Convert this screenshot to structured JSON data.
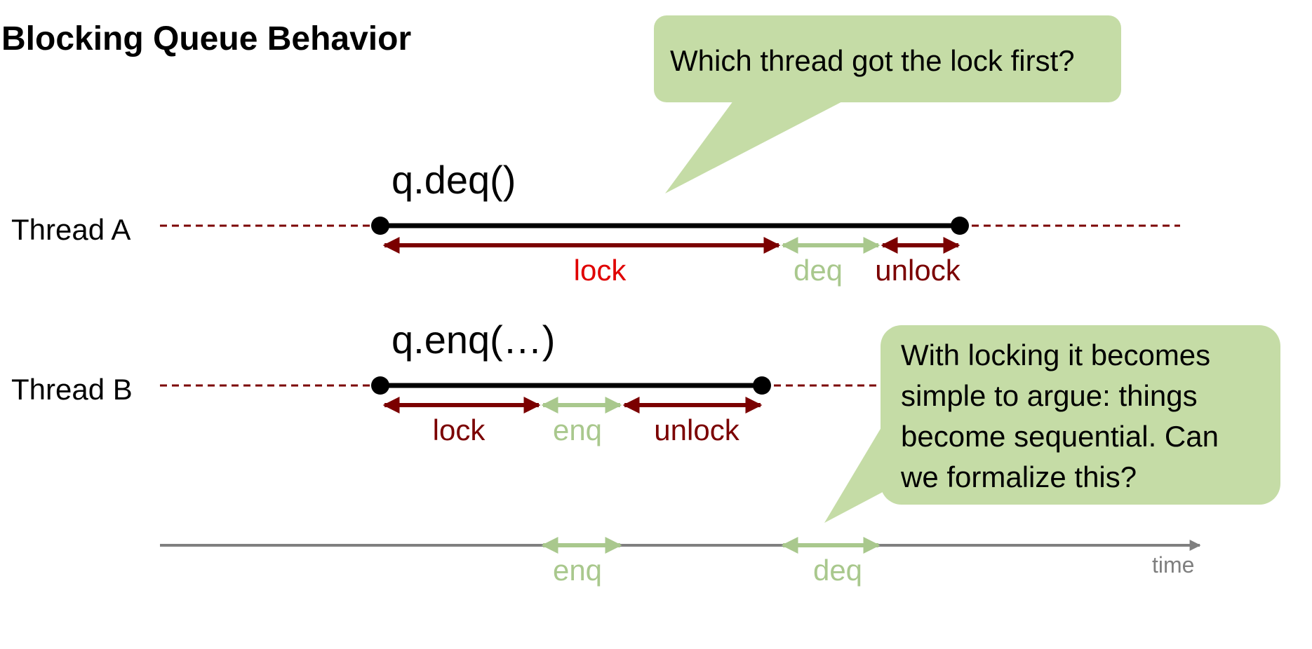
{
  "title": "Blocking Queue Behavior",
  "colors": {
    "dark_red": "#7b0000",
    "bright_red": "#e00000",
    "light_green": "#a9c88d",
    "bubble_fill": "#c5dca6",
    "timeline_gray": "#7f7f7f",
    "black": "#000000"
  },
  "threads": [
    {
      "label": "Thread A",
      "call": "q.deq()",
      "segments": [
        {
          "label": "lock",
          "color": "bright_red",
          "arrow": "dark_red"
        },
        {
          "label": "deq",
          "color": "light_green",
          "arrow": "light_green"
        },
        {
          "label": "unlock",
          "color": "dark_red",
          "arrow": "dark_red"
        }
      ]
    },
    {
      "label": "Thread B",
      "call": "q.enq(…)",
      "segments": [
        {
          "label": "lock",
          "color": "dark_red",
          "arrow": "dark_red"
        },
        {
          "label": "enq",
          "color": "light_green",
          "arrow": "light_green"
        },
        {
          "label": "unlock",
          "color": "dark_red",
          "arrow": "dark_red"
        }
      ]
    }
  ],
  "timeline": {
    "events": [
      {
        "label": "enq"
      },
      {
        "label": "deq"
      }
    ],
    "axis_label": "time"
  },
  "callouts": [
    {
      "text": "Which thread got the lock first?"
    },
    {
      "lines": [
        "With locking it becomes",
        "simple to argue: things",
        "become sequential. Can",
        "we formalize this?"
      ]
    }
  ]
}
